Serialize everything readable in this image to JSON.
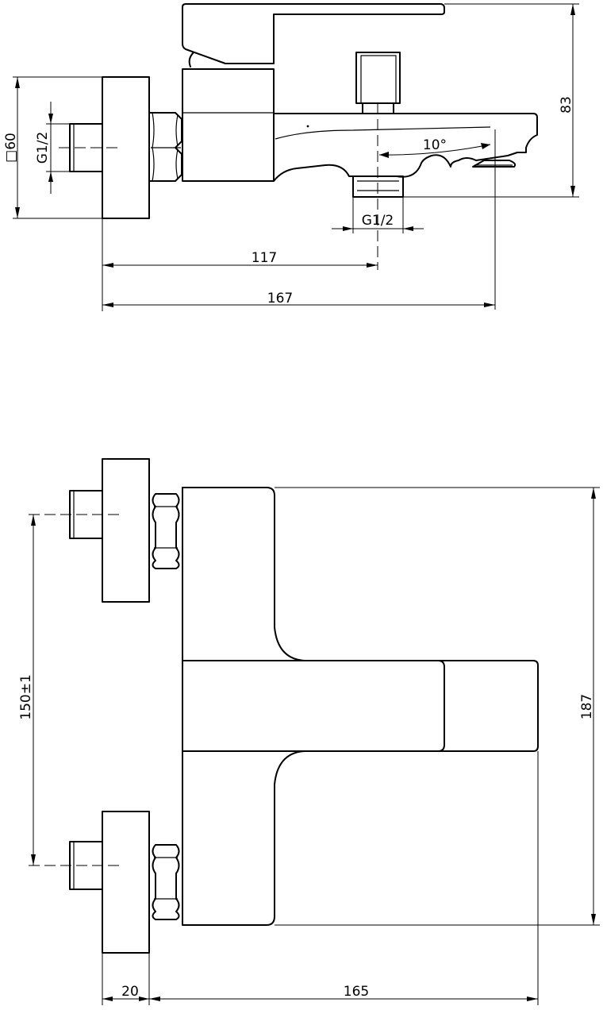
{
  "side_view": {
    "labels": {
      "flange_square": "□60",
      "inlet_thread": "G1/2",
      "spout_angle": "10°",
      "outlet_thread": "G1/2",
      "height": "83",
      "outlet_offset": "117",
      "total_depth": "167"
    }
  },
  "top_view": {
    "labels": {
      "inlet_spacing": "150±1",
      "body_length": "187",
      "flange_depth": "20",
      "body_depth": "165"
    }
  }
}
